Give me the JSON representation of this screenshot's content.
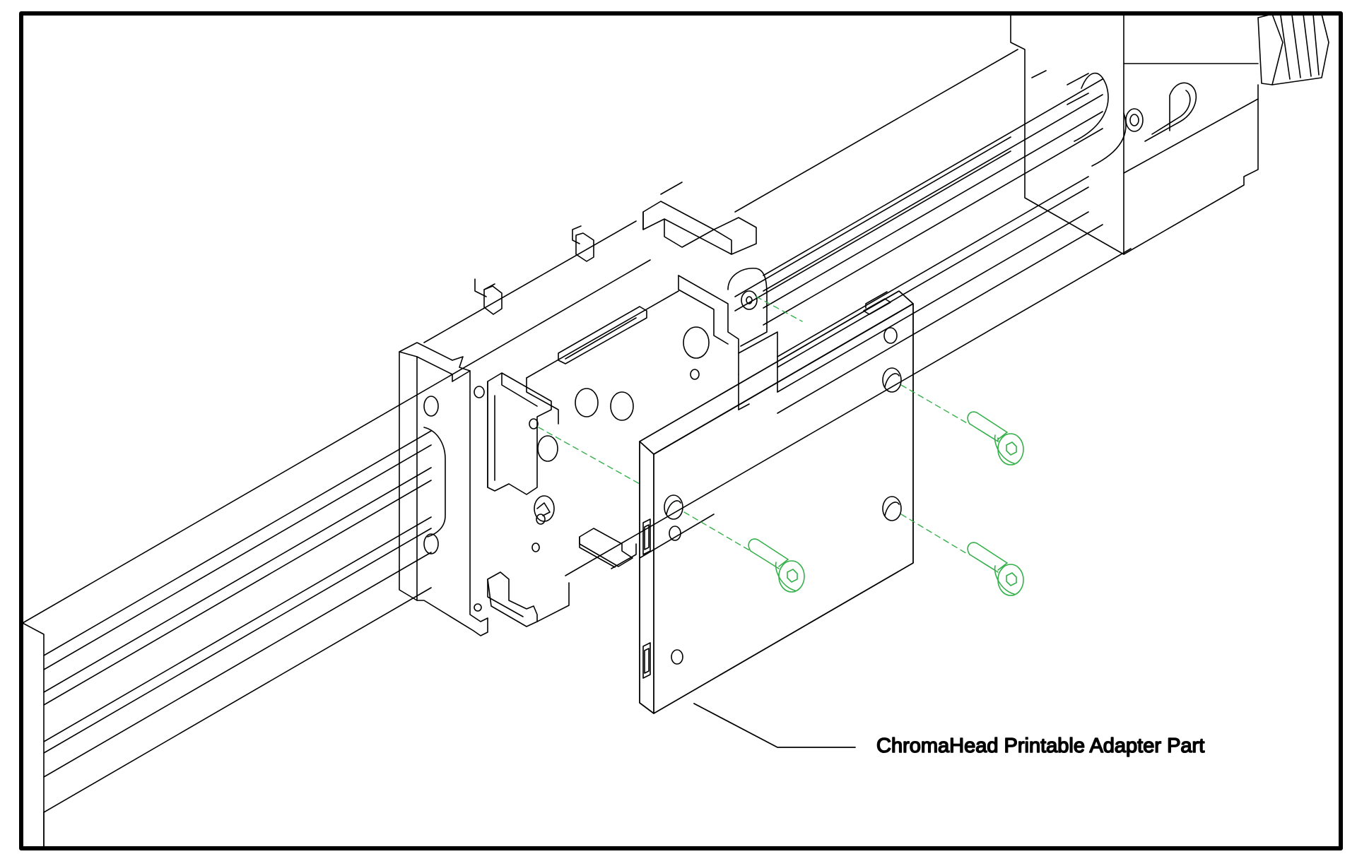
{
  "diagram": {
    "callout_label": "ChromaHead Printable Adapter Part",
    "colors": {
      "line": "#000000",
      "screw": "#35b04a",
      "guide": "#35b04a",
      "background": "#ffffff"
    },
    "parts": [
      "linear-rail",
      "carriage-block",
      "adapter-plate",
      "cap-screw-upper-right",
      "cap-screw-lower-right",
      "cap-screw-left",
      "end-block",
      "thumb-knob"
    ]
  }
}
